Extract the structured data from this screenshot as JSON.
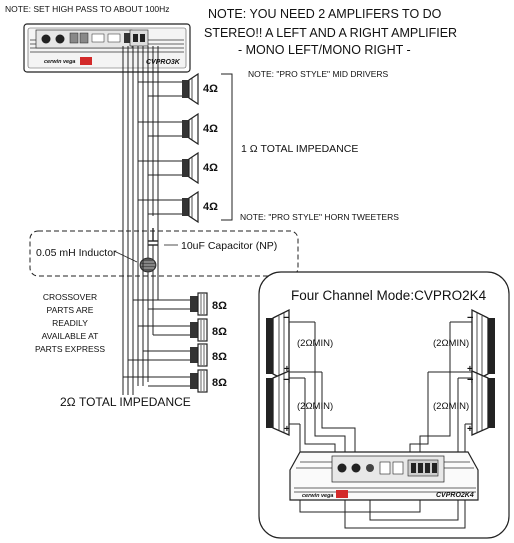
{
  "notes": {
    "high_pass": "NOTE: SET HIGH PASS TO ABOUT 100Hz",
    "amp_line1": "NOTE: YOU NEED 2 AMPLIFERS TO DO",
    "amp_line2": "STEREO!!  A LEFT AND A RIGHT AMPLIFIER",
    "amp_line3": "- MONO LEFT/MONO RIGHT -",
    "mid_drivers": "NOTE: \"PRO STYLE\" MID DRIVERS",
    "horn_tweeters": "NOTE: \"PRO STYLE\" HORN TWEETERS"
  },
  "impedance": {
    "mid_total": "1 Ω TOTAL IMPEDANCE",
    "tweeter_total": "2Ω TOTAL IMPEDANCE"
  },
  "mid_drivers": [
    {
      "label": "4Ω"
    },
    {
      "label": "4Ω"
    },
    {
      "label": "4Ω"
    },
    {
      "label": "4Ω"
    }
  ],
  "tweeters": [
    {
      "label": "8Ω"
    },
    {
      "label": "8Ω"
    },
    {
      "label": "8Ω"
    },
    {
      "label": "8Ω"
    }
  ],
  "crossover": {
    "inductor": "0.05 mH Inductor",
    "capacitor": "10uF Capacitor  (NP)",
    "note_lines": [
      "CROSSOVER",
      "PARTS ARE",
      "READILY",
      "AVAILABLE AT",
      "PARTS EXPRESS"
    ]
  },
  "four_channel": {
    "title": "Four Channel Mode:CVPRO2K4",
    "subs": [
      {
        "label": "(2ΩMIN)"
      },
      {
        "label": "(2ΩMIN)"
      },
      {
        "label": "(2ΩMIN)"
      },
      {
        "label": "(2ΩMIN)"
      }
    ],
    "minus": "−",
    "plus": "+"
  },
  "amplifier": {
    "brand": "cerwin vega",
    "top_model": "CVPRO3K",
    "bottom_model": "CVPRO2K4"
  }
}
